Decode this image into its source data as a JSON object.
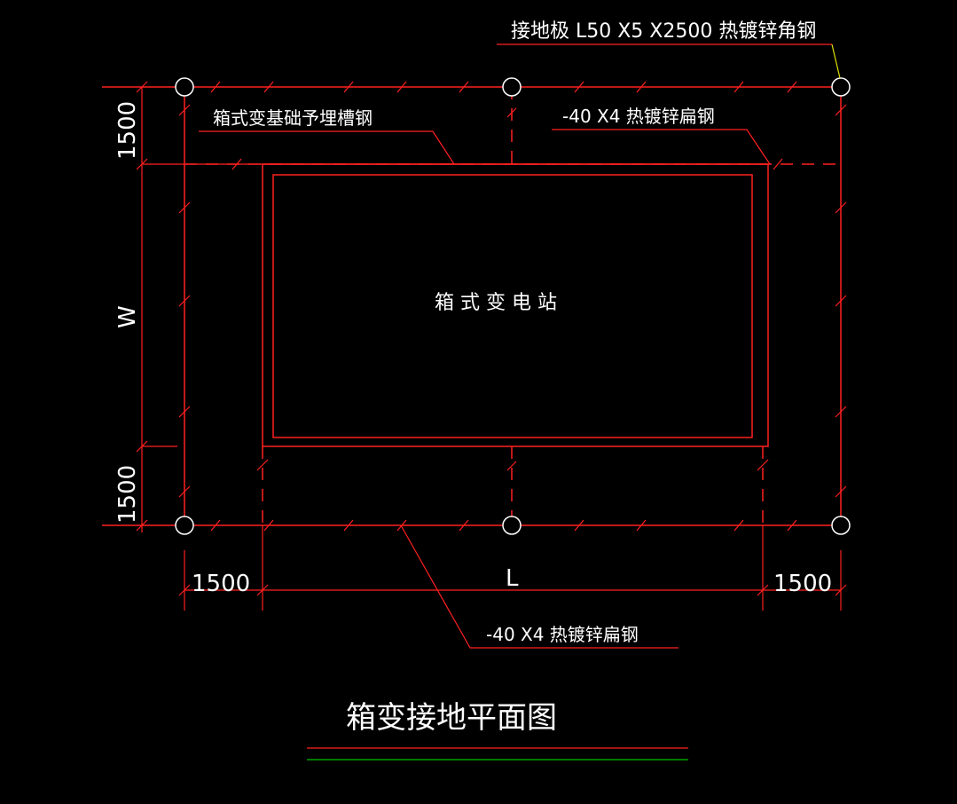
{
  "drawing": {
    "title": "箱变接地平面图",
    "center_label": "箱 式 变 电 站",
    "labels": {
      "grounding_rod": "接地极  L50 X5 X2500 热镀锌角钢",
      "foundation_channel": "箱式变基础予埋槽钢",
      "flat_steel_top": "-40 X4 热镀锌扁钢",
      "flat_steel_bottom": "-40 X4 热镀锌扁钢"
    },
    "dimensions": {
      "top_left_vertical": "1500",
      "width": "W",
      "bottom_left_vertical": "1500",
      "bottom_left_horizontal": "1500",
      "length": "L",
      "bottom_right_horizontal": "1500"
    },
    "colors": {
      "background": "#000000",
      "line": "#ff2020",
      "text": "#ffffff",
      "leader_yellow": "#e0e000",
      "underline_green": "#00c000"
    }
  }
}
